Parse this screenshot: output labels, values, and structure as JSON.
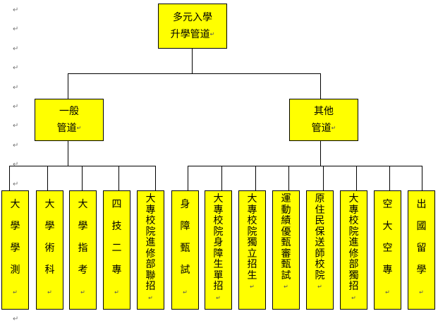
{
  "page": {
    "paragraph_mark": "↵",
    "left_marks_count": 17
  },
  "root": {
    "lines": [
      "多元入學",
      "升學管道"
    ]
  },
  "branches": [
    {
      "id": "general",
      "lines": [
        "一般",
        "管道"
      ]
    },
    {
      "id": "other",
      "lines": [
        "其他",
        "管道"
      ]
    }
  ],
  "leaves": [
    {
      "text": "大學學測",
      "spaced": true
    },
    {
      "text": "大學術科",
      "spaced": true
    },
    {
      "text": "大學指考",
      "spaced": true
    },
    {
      "text": "四技二專",
      "spaced": true
    },
    {
      "text": "大專校院進修部聯招",
      "spaced": false
    },
    {
      "text": "身障甄試",
      "spaced": true
    },
    {
      "text": "大專校院身障生單招",
      "spaced": false
    },
    {
      "text": "大專校院獨立招生",
      "spaced": false
    },
    {
      "text": "運動績優甄審甄試",
      "spaced": false
    },
    {
      "text": "原住民保送師校院",
      "spaced": false
    },
    {
      "text": "大專校院進修部獨招",
      "spaced": false
    },
    {
      "text": "空大空專",
      "spaced": true
    },
    {
      "text": "出國留學",
      "spaced": true
    }
  ]
}
